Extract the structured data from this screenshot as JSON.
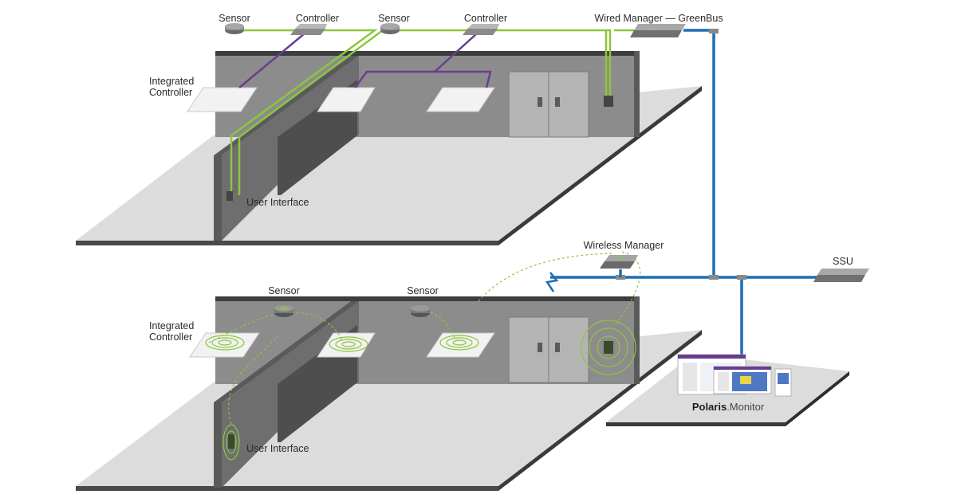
{
  "labels": {
    "top_sensor_1": "Sensor",
    "top_controller_1": "Controller",
    "top_sensor_2": "Sensor",
    "top_controller_2": "Controller",
    "wired_manager": "Wired Manager — GreenBus",
    "top_integrated_1": "Integrated",
    "top_integrated_2": "Controller",
    "top_user_interface": "User Interface",
    "wireless_manager": "Wireless Manager",
    "ssu": "SSU",
    "bottom_sensor_1": "Sensor",
    "bottom_sensor_2": "Sensor",
    "bottom_integrated_1": "Integrated",
    "bottom_integrated_2": "Controller",
    "bottom_user_interface": "User Interface",
    "polaris_brand": "Polaris",
    "polaris_suffix": ".Monitor"
  },
  "colors": {
    "wired_bus": "#8cc63f",
    "controller_link": "#6a3d8f",
    "backbone": "#1c6fb3",
    "wall": "#8a8a8a",
    "floor": "#d9d9d9"
  },
  "icons": {
    "sensor": "sensor-puck-icon",
    "controller": "controller-box-icon",
    "manager": "manager-box-icon",
    "wireless": "lightning-bolt-icon",
    "monitor": "monitor-screen-icon"
  }
}
